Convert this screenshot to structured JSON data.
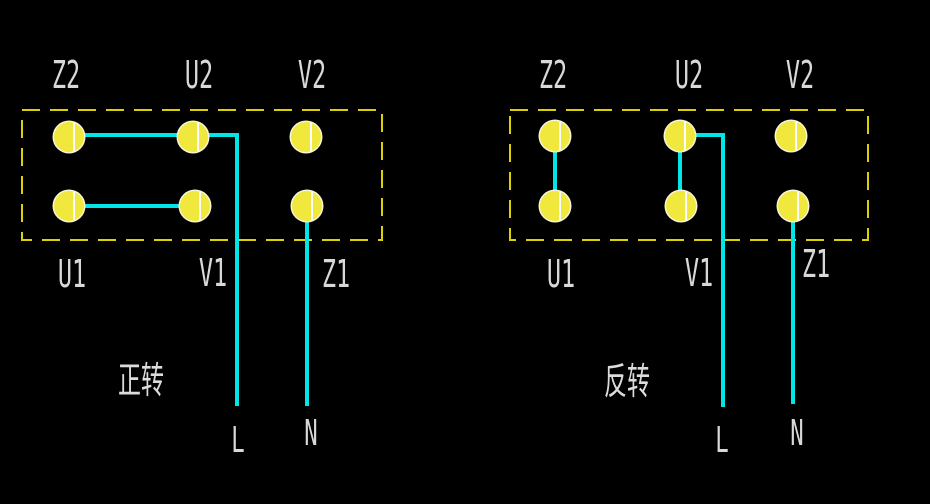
{
  "colors": {
    "background": "#000000",
    "wire": "#00e6e6",
    "terminal_fill": "#f0e83c",
    "terminal_ring": "#f8f6da",
    "terminal_slot": "#ffffff",
    "box_dash": "#ddd000",
    "label_text": "#d8d8d8"
  },
  "diagrams": {
    "forward": {
      "caption": "正转",
      "top_terminals": {
        "z2": "Z2",
        "u2": "U2",
        "v2": "V2"
      },
      "bottom_terminals": {
        "u1": "U1",
        "v1": "V1",
        "z1": "Z1"
      },
      "line_label": "L",
      "neutral_label": "N",
      "jumpers": [
        "Z2-U2",
        "U1-V1"
      ],
      "supply": {
        "L": "U2",
        "N": "Z1"
      }
    },
    "reverse": {
      "caption": "反转",
      "top_terminals": {
        "z2": "Z2",
        "u2": "U2",
        "v2": "V2"
      },
      "bottom_terminals": {
        "u1": "U1",
        "v1": "V1",
        "z1": "Z1"
      },
      "line_label": "L",
      "neutral_label": "N",
      "jumpers": [
        "Z2-U1",
        "U2-V1"
      ],
      "supply": {
        "L": "U2",
        "N": "Z1"
      }
    }
  }
}
